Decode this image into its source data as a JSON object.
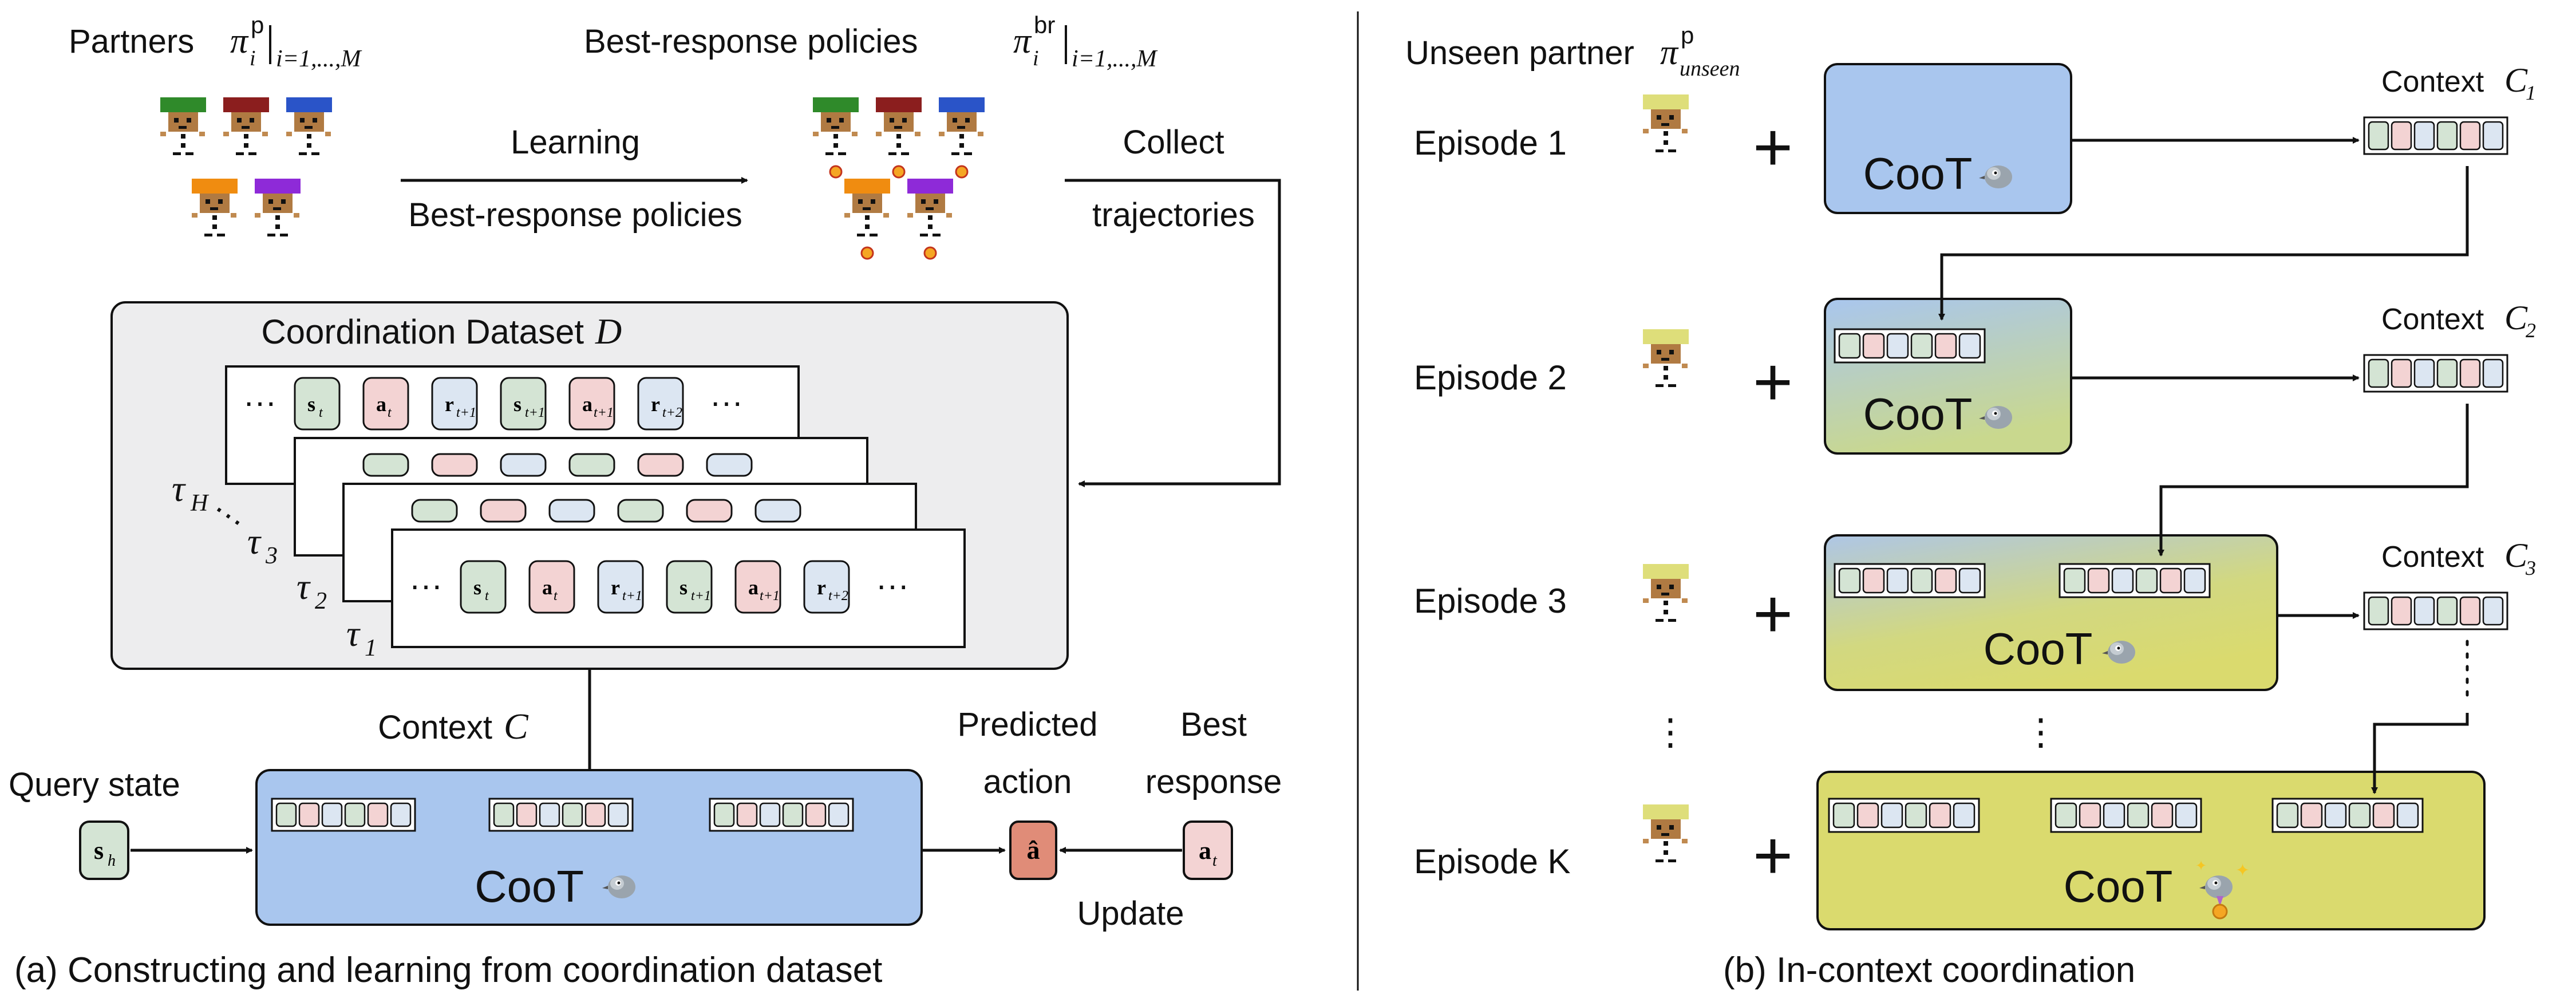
{
  "panel_a": {
    "partners_label": "Partners",
    "partners_math_sym": "π",
    "partners_math_sup": "p",
    "partners_math_sub": "i",
    "partners_math_range": "i=1,...,M",
    "br_label": "Best-response policies",
    "br_math_sym": "π",
    "br_math_sup": "br",
    "br_math_sub": "i",
    "br_math_range": "i=1,...,M",
    "learning_top": "Learning",
    "learning_bottom": "Best-response policies",
    "collect_top": "Collect",
    "collect_bottom": "trajectories",
    "dataset_title": "Coordination Dataset",
    "dataset_symbol": "D",
    "ellipsis": "···",
    "tokens": [
      {
        "main": "s",
        "sub": "t",
        "color": "green"
      },
      {
        "main": "a",
        "sub": "t",
        "color": "red"
      },
      {
        "main": "r",
        "sub": "t+1",
        "color": "blue"
      },
      {
        "main": "s",
        "sub": "t+1",
        "color": "green"
      },
      {
        "main": "a",
        "sub": "t+1",
        "color": "red"
      },
      {
        "main": "r",
        "sub": "t+2",
        "color": "blue"
      }
    ],
    "tau_labels": [
      {
        "sym": "τ",
        "sub": "H"
      },
      {
        "sym": "τ",
        "sub": "3"
      },
      {
        "sym": "τ",
        "sub": "2"
      },
      {
        "sym": "τ",
        "sub": "1"
      }
    ],
    "context_label": "Context",
    "context_symbol": "C",
    "query_label": "Query state",
    "query_token_main": "s",
    "query_token_sub": "h",
    "model_name": "CooT",
    "predicted_top": "Predicted",
    "predicted_bottom": "action",
    "predicted_token": "â",
    "best_top": "Best",
    "best_bottom": "response",
    "best_token_main": "a",
    "best_token_sub": "t",
    "update_label": "Update",
    "caption": "(a) Constructing and learning from coordination dataset"
  },
  "panel_b": {
    "unseen_label": "Unseen partner",
    "unseen_math_sym": "π",
    "unseen_math_sup": "p",
    "unseen_math_sub": "unseen",
    "plus": "+",
    "model_name": "CooT",
    "episodes": [
      {
        "label": "Episode 1",
        "context_label": "Context",
        "context_sym": "C",
        "context_sub": "1"
      },
      {
        "label": "Episode 2",
        "context_label": "Context",
        "context_sym": "C",
        "context_sub": "2"
      },
      {
        "label": "Episode 3",
        "context_label": "Context",
        "context_sym": "C",
        "context_sub": "3"
      },
      {
        "label": "Episode K"
      }
    ],
    "vdots": "⋮",
    "caption": "(b) In-context coordination"
  },
  "colors": {
    "token_green": "#d4e4d4",
    "token_red": "#f3d3d3",
    "token_blue": "#dce6f2",
    "model_blue": "#a9c6ee",
    "model_yellow": "#dada6e",
    "dataset_bg": "#ededee",
    "pred_red": "#e08c78"
  }
}
